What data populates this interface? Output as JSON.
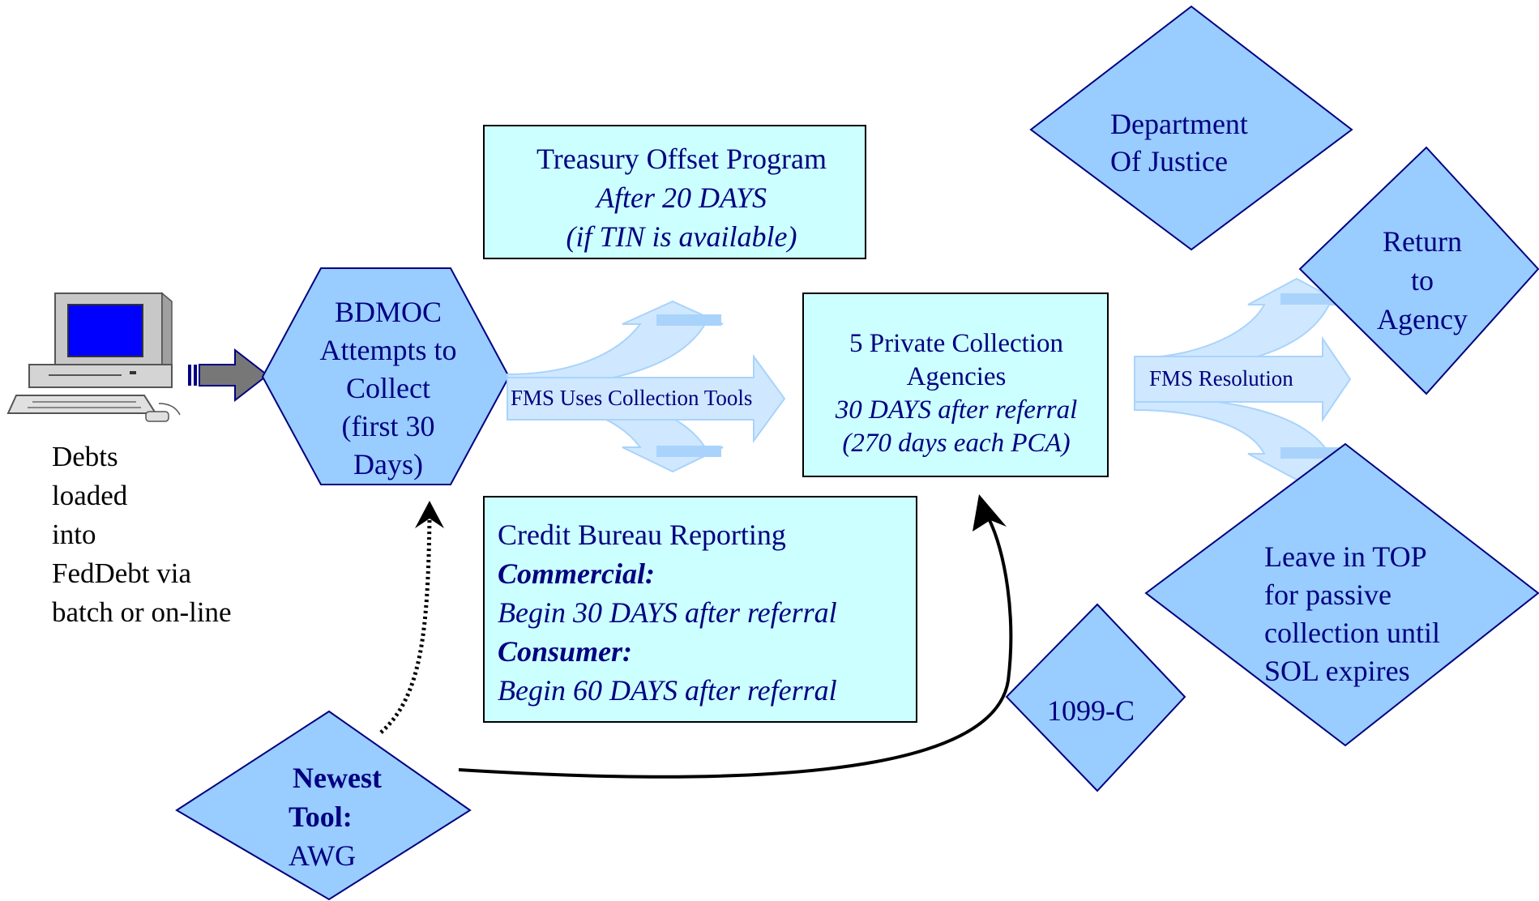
{
  "diagram": {
    "source": {
      "icon": "desktop-computer-icon",
      "caption": [
        "Debts",
        "loaded",
        "into",
        "FedDebt via",
        "batch or on-line"
      ]
    },
    "bdmoc": {
      "lines": [
        "BDMOC",
        "Attempts to",
        "Collect",
        "(first 30",
        "Days)"
      ]
    },
    "top_program": {
      "title": "Treasury Offset Program",
      "line2": "After 20 DAYS",
      "line3": "(if TIN is available)"
    },
    "fms_tools_label": "FMS Uses Collection Tools",
    "pca": {
      "line1": "5 Private Collection",
      "line2": "Agencies",
      "line3": "30 DAYS after referral",
      "line4": "(270 days each PCA)"
    },
    "credit_bureau": {
      "title": "Credit Bureau Reporting",
      "commercial_label": "Commercial:",
      "commercial_text": "Begin 30 DAYS after referral",
      "consumer_label": "Consumer:",
      "consumer_text": "Begin 60 DAYS after referral"
    },
    "fms_resolution_label": "FMS Resolution",
    "doj": {
      "line1": "Department",
      "line2": "Of Justice"
    },
    "return_agency": {
      "line1": "Return",
      "line2": "to",
      "line3": "Agency"
    },
    "leave_top": {
      "lines": [
        "Leave in TOP",
        "for passive",
        "collection until",
        "SOL expires"
      ]
    },
    "form_1099c": "1099-C",
    "newest_tool": {
      "line1": "Newest",
      "line2": "Tool:",
      "line3": "AWG"
    },
    "colors": {
      "shape_fill": "#99ccff",
      "box_fill": "#ccffff",
      "outline": "#000080",
      "text": "#000080",
      "arrow_fill": "#cfe8ff",
      "arrow_shade": "#a9d3fb"
    }
  }
}
